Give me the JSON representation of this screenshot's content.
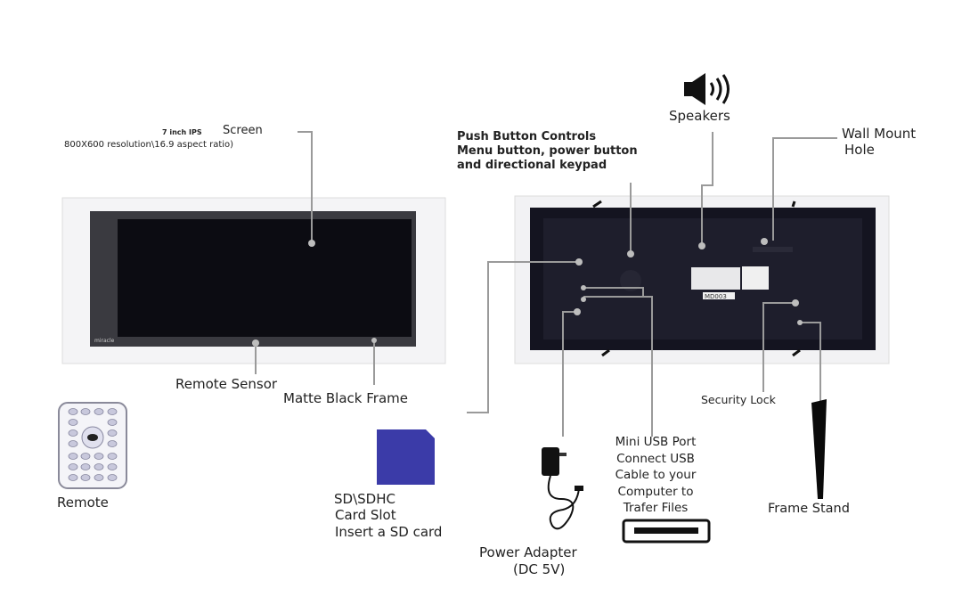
{
  "labels": {
    "screen_small": "7 inch IPS",
    "screen": "Screen",
    "resolution": "800X600  resolution\\16.9 aspect ratio)",
    "push_buttons_1": "Push Button Controls",
    "push_buttons_2": "Menu button, power button",
    "push_buttons_3": "and directional keypad",
    "speakers": "Speakers",
    "wall_mount_1": "Wall Mount",
    "wall_mount_2": "Hole",
    "remote_sensor": "Remote Sensor",
    "matte_frame": "Matte Black Frame",
    "remote": "Remote",
    "sd_1": "SD\\SDHC",
    "sd_2": "Card Slot",
    "sd_3": "Insert a SD card",
    "usb_1": "Mini USB Port",
    "usb_2": "Connect USB",
    "usb_3": "Cable to your",
    "usb_4": "Computer to",
    "usb_5": "Trafer Files",
    "power_1": "Power Adapter",
    "power_2": "(DC 5V)",
    "security_lock": "Security Lock",
    "frame_stand": "Frame Stand",
    "model_label": "MD003",
    "brand": "miracle"
  },
  "icons": [
    "speaker-icon",
    "remote-control",
    "sd-card",
    "power-adapter",
    "usb-port",
    "frame-stand"
  ],
  "colors": {
    "frame_white": "#f4f4f6",
    "screen": "#0c0c12",
    "bezel": "#3a3a40",
    "sd_card": "#3b3ba8",
    "leader": "#9a9a9a"
  }
}
